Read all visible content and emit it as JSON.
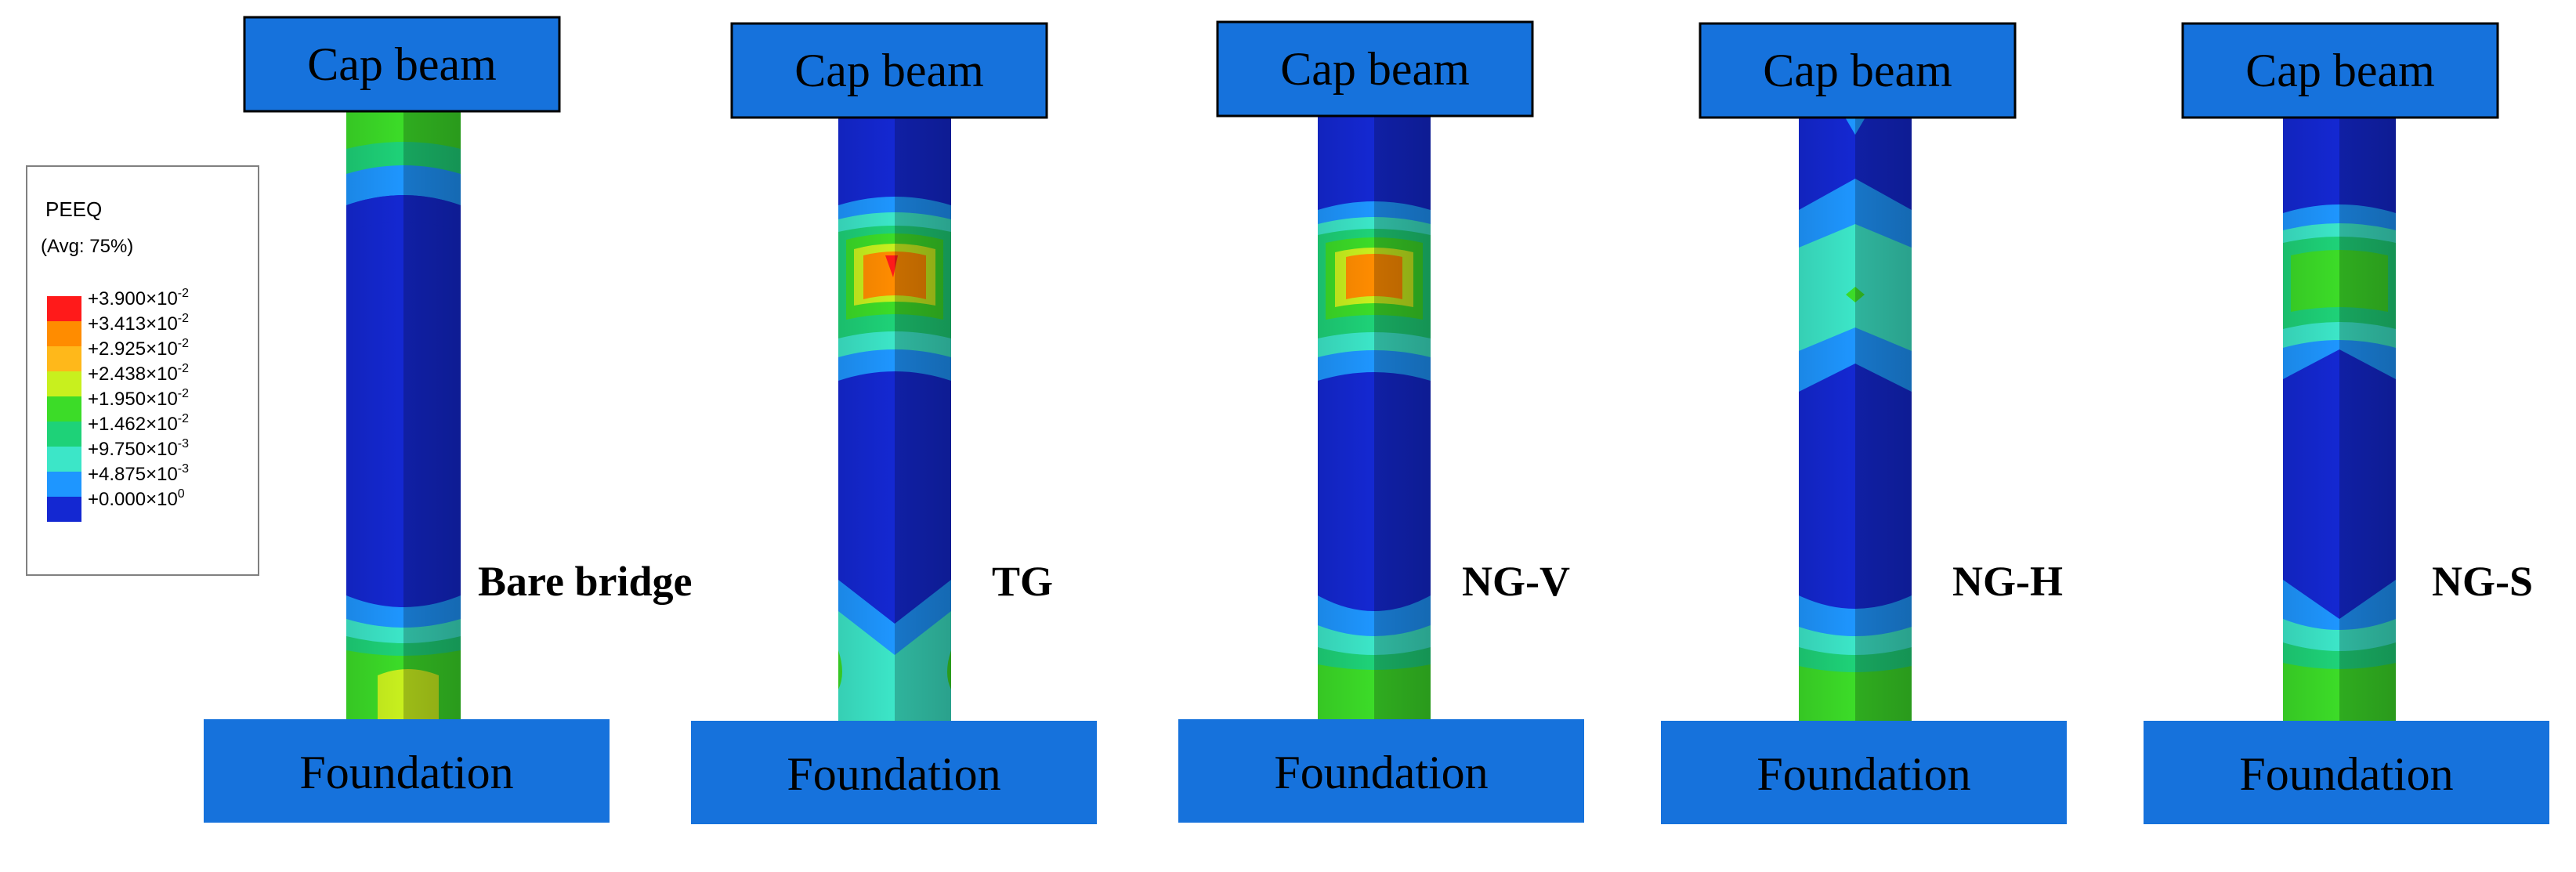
{
  "legend": {
    "title": "PEEQ",
    "subtitle": "(Avg: 75%)",
    "entries": [
      {
        "mantissa": "+3.900×10",
        "exp": "-2",
        "color": "#ff1a1a"
      },
      {
        "mantissa": "+3.413×10",
        "exp": "-2",
        "color": "#ff8c00"
      },
      {
        "mantissa": "+2.925×10",
        "exp": "-2",
        "color": "#ffb81a"
      },
      {
        "mantissa": "+2.438×10",
        "exp": "-2",
        "color": "#c8f01e"
      },
      {
        "mantissa": "+1.950×10",
        "exp": "-2",
        "color": "#3cdc28"
      },
      {
        "mantissa": "+1.462×10",
        "exp": "-2",
        "color": "#1ed278"
      },
      {
        "mantissa": "+9.750×10",
        "exp": "-3",
        "color": "#3ce6c8"
      },
      {
        "mantissa": "+4.875×10",
        "exp": "-3",
        "color": "#1e96ff"
      },
      {
        "mantissa": "+0.000×10",
        "exp": "0",
        "color": "#1428d2"
      }
    ]
  },
  "columns": [
    {
      "cap_label": "Cap beam",
      "foundation_label": "Foundation",
      "case_label": "Bare bridge"
    },
    {
      "cap_label": "Cap beam",
      "foundation_label": "Foundation",
      "case_label": "TG"
    },
    {
      "cap_label": "Cap beam",
      "foundation_label": "Foundation",
      "case_label": "NG-V"
    },
    {
      "cap_label": "Cap beam",
      "foundation_label": "Foundation",
      "case_label": "NG-H"
    },
    {
      "cap_label": "Cap beam",
      "foundation_label": "Foundation",
      "case_label": "NG-S"
    }
  ],
  "colors": {
    "box_fill": "#1672dc",
    "column_base": "#1428d2",
    "column_dark": "#0a1aa8"
  }
}
